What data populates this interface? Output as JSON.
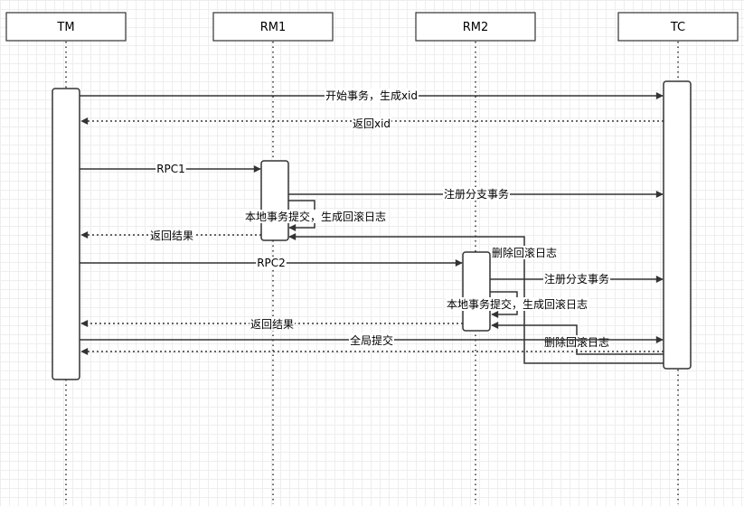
{
  "participants": {
    "tm": "TM",
    "rm1": "RM1",
    "rm2": "RM2",
    "tc": "TC"
  },
  "messages": {
    "begin_tx": "开始事务，生成xid",
    "return_xid": "返回xid",
    "rpc1": "RPC1",
    "register_branch_1": "注册分支事务",
    "local_commit_1": "本地事务提交，生成回滚日志",
    "return_result_1": "返回结果",
    "rpc2": "RPC2",
    "delete_undo_1": "删除回滚日志",
    "register_branch_2": "注册分支事务",
    "local_commit_2": "本地事务提交，生成回滚日志",
    "return_result_2": "返回结果",
    "global_commit": "全局提交",
    "delete_undo_2": "删除回滚日志"
  },
  "colors": {
    "line": "#333333",
    "box_fill": "#ffffff",
    "lifeline": "#333333"
  }
}
